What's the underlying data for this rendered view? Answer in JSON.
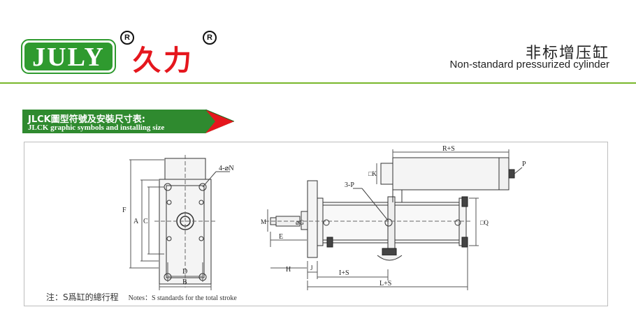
{
  "brand": {
    "logo_text": "JULY",
    "reg_mark": "R",
    "name_cn": "久力"
  },
  "product": {
    "title_cn": "非标增压缸",
    "title_en": "Non-standard pressurized cylinder"
  },
  "section": {
    "title_cn": "JLCK圖型符號及安裝尺寸表:",
    "title_en": "JLCK graphic symbols and installing size"
  },
  "drawing_labels": {
    "holes": "4-⌀N",
    "F": "F",
    "A": "A",
    "C": "C",
    "D": "D",
    "B": "B",
    "M": "M",
    "phiG": "⌀G",
    "E": "E",
    "H": "H",
    "J": "J",
    "LS": "L+S",
    "IS": "I+S",
    "RS": "R+S",
    "P": "P",
    "port": "3-P",
    "K": "□K",
    "Q": "□Q"
  },
  "note": {
    "cn": "注：S爲缸的總行程",
    "en": "Notes：S standards for the total stroke"
  },
  "colors": {
    "green": "#78b72b",
    "logo_green": "#2f9a2f",
    "red": "#e5161d"
  }
}
